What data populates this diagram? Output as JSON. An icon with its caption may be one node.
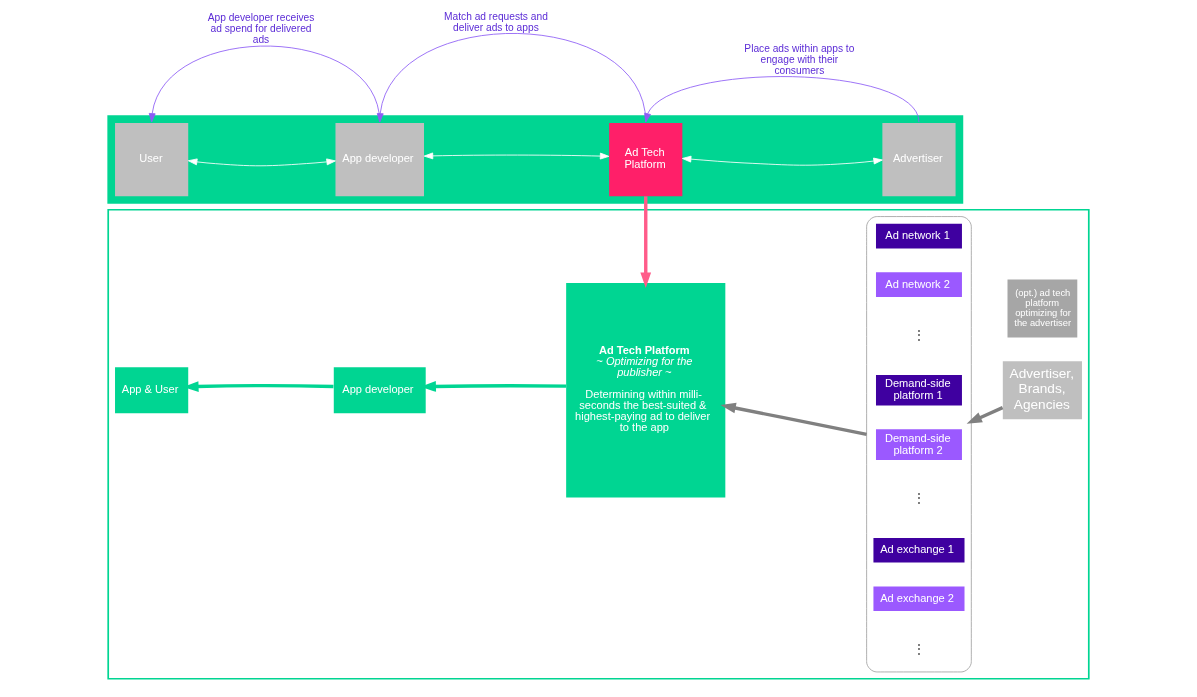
{
  "diagram": {
    "nodes": [
      {
        "text": [],
        "shape": "box"
      },
      {
        "text": [
          "User"
        ],
        "in": 0
      },
      {
        "text": [
          "App developer"
        ],
        "in": 0
      },
      {
        "text": [
          "Ad Tech Platform"
        ],
        "in": 0
      },
      {
        "text": [
          "Advertiser"
        ],
        "in": 0
      },
      {
        "text": [],
        "shape": "box"
      },
      {
        "text": [
          "App & User"
        ],
        "in": 5
      },
      {
        "text": [
          "App developer"
        ],
        "in": 5
      },
      {
        "text": [
          "Ad Tech Platform",
          "~ Optimizing for the publisher ~",
          "Determining within milli- seconds the best-suited & highest-paying ad to deliver to the app"
        ],
        "in": 5
      },
      {
        "text": [],
        "shape": "bracket",
        "in": 5
      },
      {
        "text": [
          "Ad network 1"
        ],
        "in": 9
      },
      {
        "text": [
          "Ad network 2"
        ],
        "in": 9
      },
      {
        "text": [
          "Demand-side platform 1"
        ],
        "in": 9
      },
      {
        "text": [
          "Demand-side platform 2"
        ],
        "in": 9
      },
      {
        "text": [
          "Ad exchange 1"
        ],
        "in": 9
      },
      {
        "text": [
          "Ad exchange 2"
        ],
        "in": 9
      },
      {
        "text": [
          "Advertiser, Brands, Agencies"
        ],
        "in": 5
      },
      {
        "text": [
          "(opt.) ad tech platform optimizing for the advertiser"
        ],
        "in": 5
      }
    ],
    "edges": [
      {
        "from": 1,
        "to": 2,
        "arrow": "both",
        "color": "#ffffff"
      },
      {
        "from": 2,
        "to": 3,
        "arrow": "both",
        "color": "#ffffff"
      },
      {
        "from": 3,
        "to": 4,
        "arrow": "both",
        "color": "#ffffff"
      },
      {
        "from": 2,
        "to": 1,
        "arrow": "to",
        "label": "App developer receives ad spend for delivered ads",
        "color": "#8c5cf5"
      },
      {
        "from": 3,
        "to": 2,
        "arrow": "to",
        "label": "Match ad requests and deliver ads to apps",
        "color": "#8c5cf5"
      },
      {
        "from": 4,
        "to": 3,
        "arrow": "to",
        "label": "Place ads within apps to engage with their consumers",
        "color": "#8c5cf5"
      },
      {
        "from": 3,
        "to": 8,
        "arrow": "to",
        "style": "thick",
        "color": "#ff5c8a"
      },
      {
        "from": 9,
        "to": 8,
        "arrow": "to",
        "style": "thick",
        "color": "#808080"
      },
      {
        "from": 8,
        "to": 7,
        "arrow": "to",
        "style": "thick",
        "color": "#00d592"
      },
      {
        "from": 7,
        "to": 6,
        "arrow": "to",
        "style": "thick",
        "color": "#00d592"
      },
      {
        "from": 16,
        "to": 9,
        "arrow": "to",
        "style": "thick",
        "color": "#808080"
      }
    ],
    "labels": [
      "⋮",
      "⋮",
      "⋮"
    ]
  }
}
